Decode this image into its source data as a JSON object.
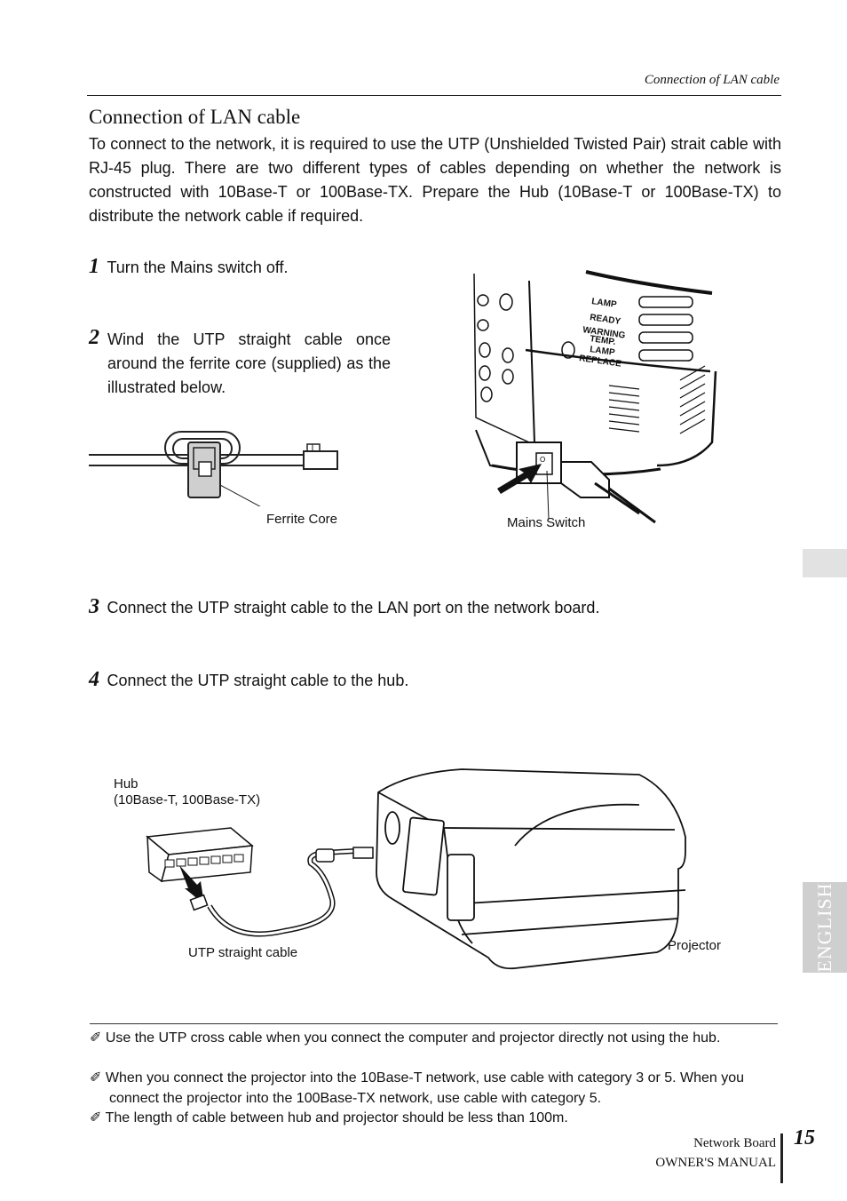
{
  "header": {
    "running_title": "Connection of LAN cable"
  },
  "section": {
    "title": "Connection of LAN cable",
    "intro": "To connect to the network, it is required to use the UTP (Unshielded Twisted Pair) strait cable with RJ-45 plug. There are two different types of cables depending on whether the network is constructed with 10Base-T or 100Base-TX. Prepare the Hub (10Base-T or 100Base-TX) to distribute the network cable if required."
  },
  "steps": [
    {
      "num": "1",
      "text": "Turn the Mains switch off."
    },
    {
      "num": "2",
      "text": "Wind the UTP straight cable once around the ferrite core (supplied) as the illustrated below."
    },
    {
      "num": "3",
      "text": "Connect the UTP straight cable to the LAN port on the network board."
    },
    {
      "num": "4",
      "text": "Connect the UTP straight cable to the hub."
    }
  ],
  "figures": {
    "ferrite_caption": "Ferrite Core",
    "mains_caption": "Mains Switch",
    "indicators": [
      "LAMP",
      "READY",
      "WARNING",
      "TEMP.",
      "LAMP",
      "REPLACE"
    ],
    "hub_caption": "Hub",
    "hub_sub_caption": "(10Base-T, 100Base-TX)",
    "cable_caption": "UTP straight cable",
    "projector_caption": "Projector"
  },
  "notes": [
    "✐ Use the UTP cross cable when you connect the computer and projector directly not using the hub.",
    "✐ When you connect the projector into the 10Base-T network, use cable with category 3 or 5. When you connect the projector into the 100Base-TX network, use cable with category 5.",
    "✐ The length of cable between hub and projector should be less than 100m."
  ],
  "side_tab": {
    "label": "ENGLISH"
  },
  "footer": {
    "line1": "Network Board",
    "line2": "OWNER'S MANUAL",
    "page_number": "15"
  }
}
